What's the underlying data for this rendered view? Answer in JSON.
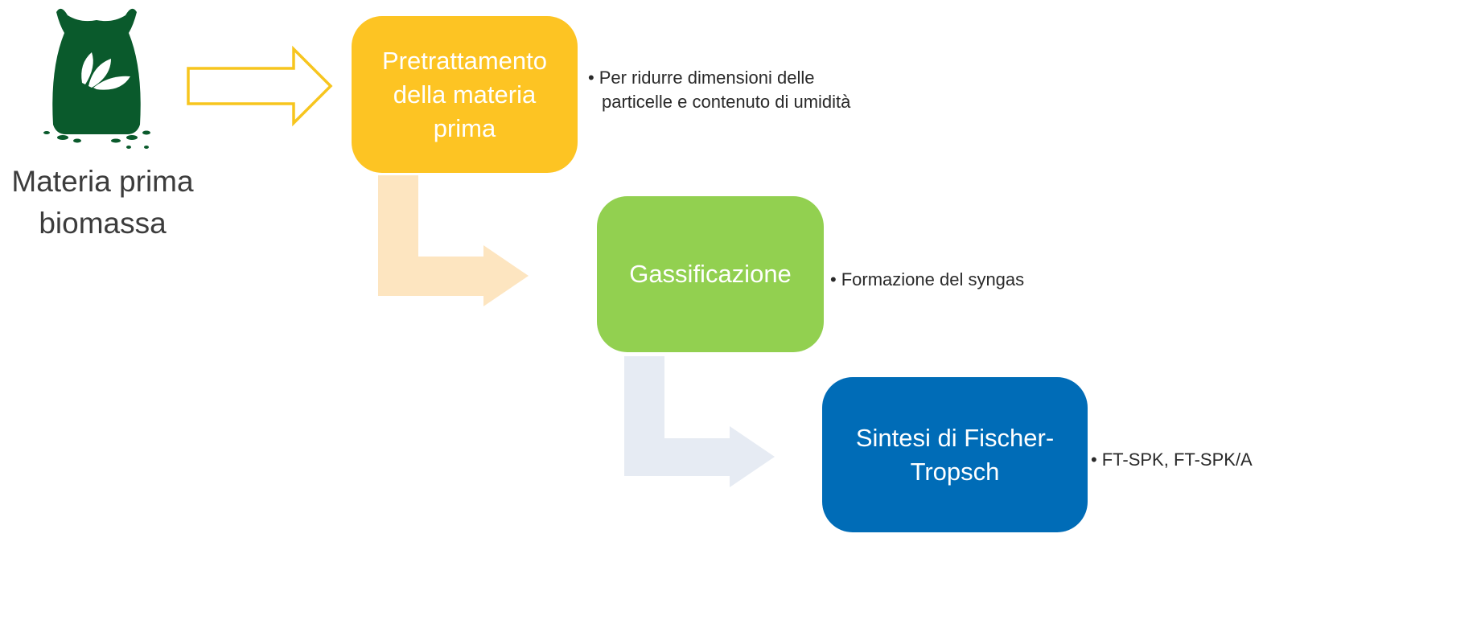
{
  "feedstock": {
    "icon": "biomass-sack-icon",
    "caption_lines": [
      "Materia prima",
      "biomassa"
    ]
  },
  "steps": [
    {
      "title_lines": [
        "Pretrattamento",
        "della materia",
        "prima"
      ],
      "color": "#fdc423",
      "note_lines": [
        "Per ridurre dimensioni delle",
        "particelle e contenuto di umidità"
      ]
    },
    {
      "title_lines": [
        "Gassificazione"
      ],
      "color": "#92d050",
      "note_lines": [
        "Formazione del syngas"
      ]
    },
    {
      "title_lines": [
        "Sintesi di Fischer-",
        "Tropsch"
      ],
      "color": "#006cb7",
      "note_lines": [
        "FT-SPK, FT-SPK/A"
      ]
    }
  ],
  "bullet_char": "•",
  "colors": {
    "sack_green": "#0a5a2c",
    "outline_arrow": "#f7c51e",
    "bent_arrow_1": "#fde5c0",
    "bent_arrow_2": "#e6ebf3",
    "caption_text": "#3c3c3c"
  }
}
